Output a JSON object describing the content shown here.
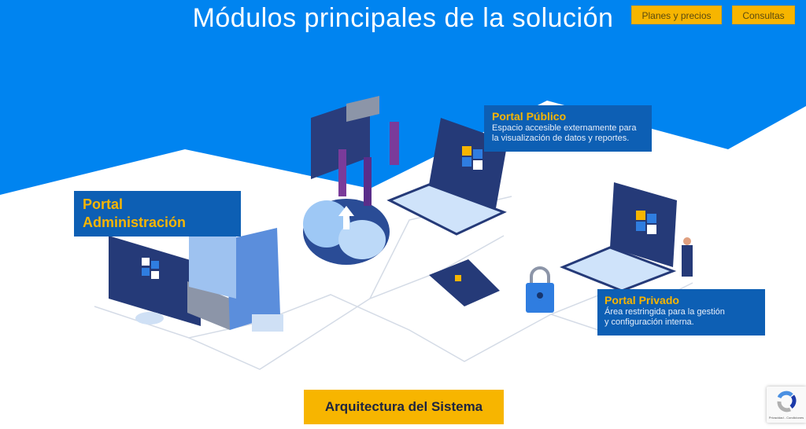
{
  "header": {
    "title": "Módulos principales de la solución",
    "buttons": [
      {
        "label": "Planes y precios"
      },
      {
        "label": "Consultas"
      }
    ]
  },
  "cards": {
    "admin": {
      "title_line1": "Portal",
      "title_line2": "Administración"
    },
    "public": {
      "title": "Portal Público",
      "desc_line1": "Espacio accesible externamente para",
      "desc_line2": "la visualización de datos y reportes."
    },
    "private": {
      "title": "Portal Privado",
      "desc_line1": "Área restringida para la gestión",
      "desc_line2": "y configuración interna."
    }
  },
  "cta": {
    "label": "Arquitectura del Sistema"
  },
  "recaptcha": {
    "footer": "Privacidad - Condiciones"
  },
  "colors": {
    "blue": "#0084f0",
    "card": "#0d5fb4",
    "accent": "#f7b500"
  }
}
